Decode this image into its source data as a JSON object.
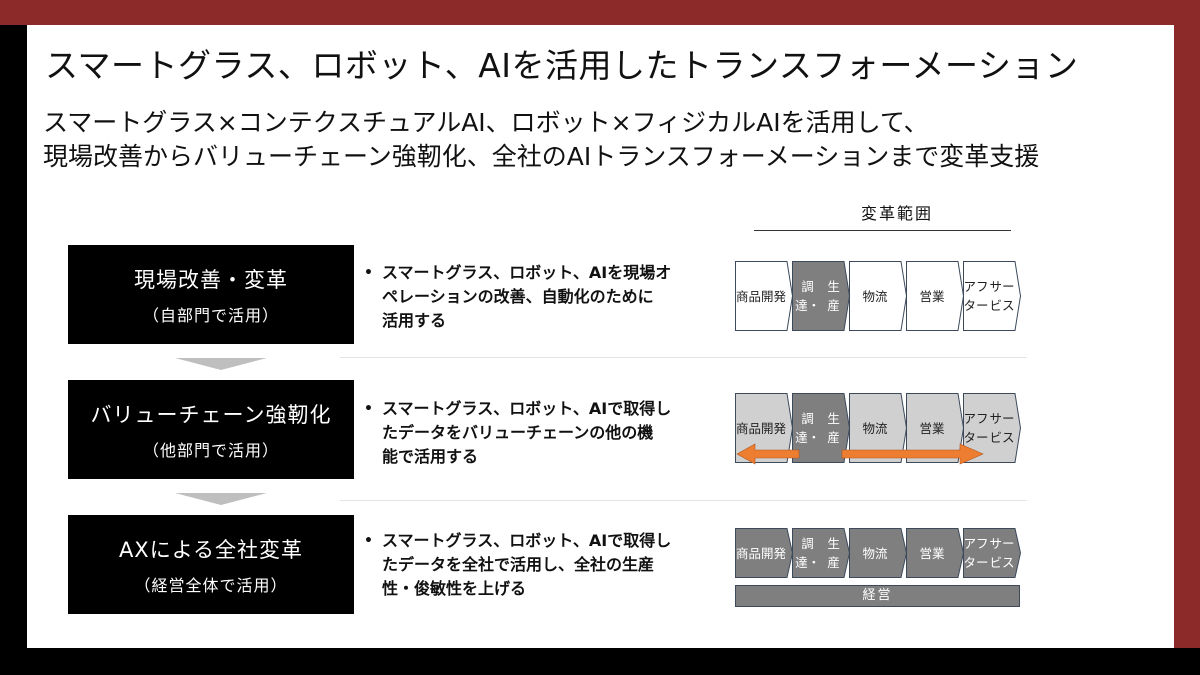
{
  "slide": {
    "title": "スマートグラス、ロボット、AIを活用したトランスフォーメーション",
    "subtitle_lines": [
      "スマートグラス×コンテクスチュアルAI、ロボット×フィジカルAIを活用して、",
      "現場改善からバリューチェーン強靭化、全社のAIトランスフォーメーションまで変革支援"
    ],
    "scope_header": "変革範囲",
    "colors": {
      "frame_red": "#8c2a2a",
      "stage_box": "#000000",
      "chevron_dark": "#7f7f7f",
      "chevron_light": "#d0d0d0",
      "chevron_border": "#3c4a5c",
      "arrow_orange": "#ed7d31",
      "flow_arrow": "#bfbfbf"
    },
    "value_chain_labels": [
      [
        "商品",
        "開発"
      ],
      [
        "調達・",
        "生産"
      ],
      [
        "物流"
      ],
      [
        "営業"
      ],
      [
        "アフター",
        "サービス"
      ]
    ],
    "stages": [
      {
        "title": "現場改善・変革",
        "sub": "（自部門で活用）",
        "bullet_lines": [
          "スマートグラス、ロボット、AIを現場オ",
          "ペレーションの改善、自動化のために",
          "活用する"
        ],
        "highlighted": [
          1
        ],
        "fill_others": "white"
      },
      {
        "title": "バリューチェーン強靭化",
        "sub": "（他部門で活用）",
        "bullet_lines": [
          "スマートグラス、ロボット、AIで取得し",
          "たデータをバリューチェーンの他の機",
          "能で活用する"
        ],
        "highlighted": [
          1
        ],
        "fill_others": "light",
        "arrows": "bidirectional from 調達・生産 to all functions"
      },
      {
        "title": "AXによる全社変革",
        "sub": "（経営全体で活用）",
        "bullet_lines": [
          "スマートグラス、ロボット、AIで取得し",
          "たデータを全社で活用し、全社の生産",
          "性・俊敏性を上げる"
        ],
        "highlighted": [
          0,
          1,
          2,
          3,
          4
        ],
        "management_bar": "経営"
      }
    ]
  }
}
